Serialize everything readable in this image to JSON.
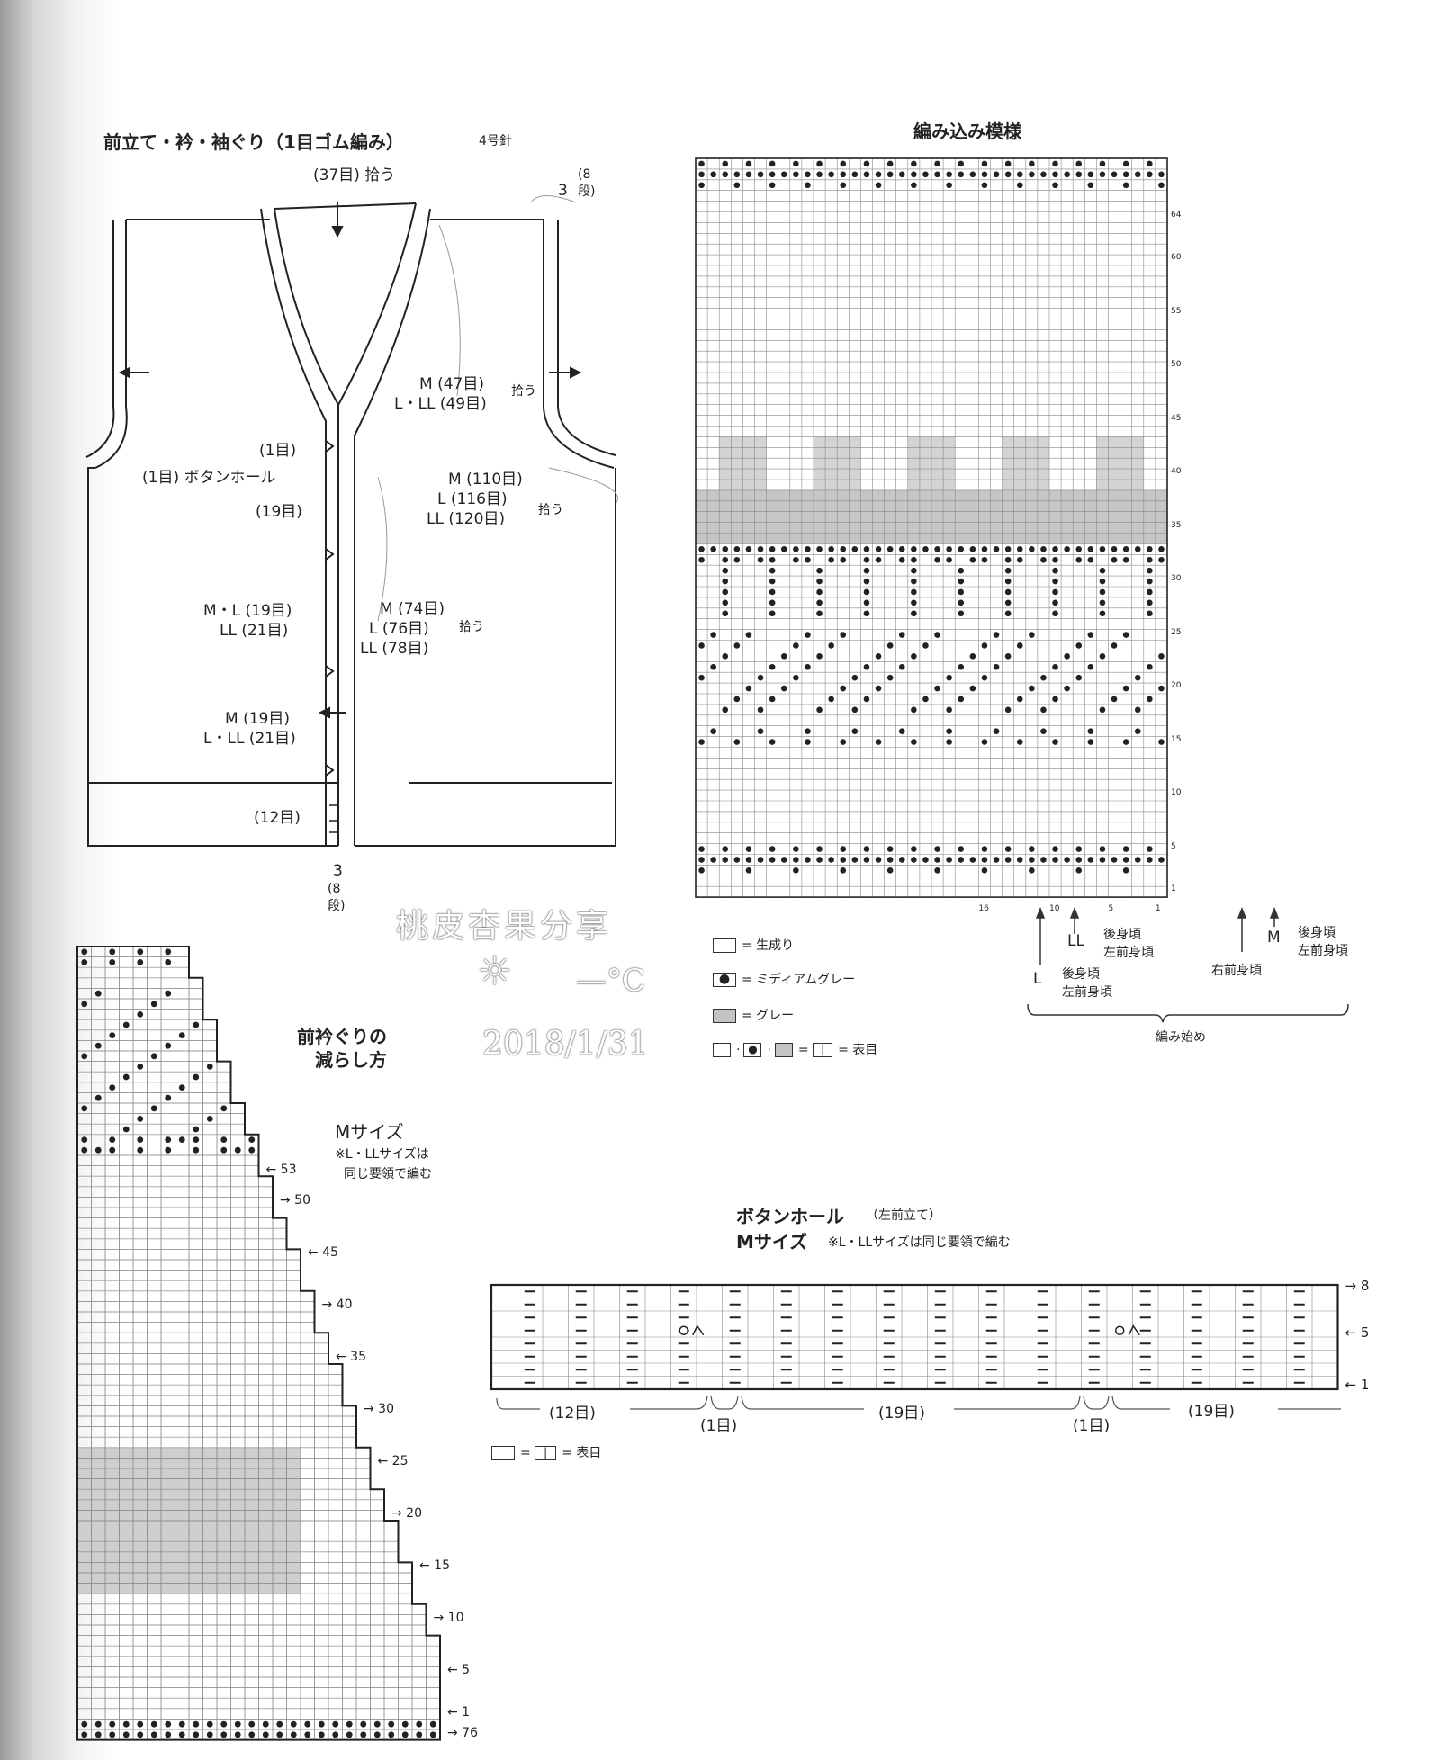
{
  "vest": {
    "title": "前立て・衿・袖ぐり（1目ゴム編み）",
    "needle": "4号針",
    "top_pick": "(37目) 拾う",
    "rib_right_a": "3",
    "rib_right_b": "(8段)",
    "neck_m": "M (47目)",
    "neck_lll": "L・LL (49目)",
    "neck_pick": "拾う",
    "one_st": "(1目)",
    "buttonhole": "(1目) ボタンホール",
    "nineteen": "(19目)",
    "arm_m": "M (110目)",
    "arm_l": "L (116目)",
    "arm_ll": "LL (120目)",
    "arm_pick": "拾う",
    "ml19": "M・L (19目)",
    "ll21": "LL (21目)",
    "band_m": "M (74目)",
    "band_l": "L (76目)",
    "band_pick": "拾う",
    "band_ll": "LL (78目)",
    "m19": "M (19目)",
    "lll21": "L・LL (21目)",
    "twelve": "(12目)",
    "rib_bottom_a": "3",
    "rib_bottom_b": "(8段)"
  },
  "colorwork": {
    "title": "編み込み模様",
    "row_numbers": [
      "1",
      "5",
      "10",
      "15",
      "20",
      "25",
      "30",
      "35",
      "40",
      "45",
      "50",
      "55",
      "60",
      "64"
    ],
    "col_numbers": [
      "16",
      "10",
      "5",
      "1"
    ],
    "legend": [
      {
        "symbol": "blank",
        "text": "= 生成り"
      },
      {
        "symbol": "dot",
        "text": "= ミディアムグレー"
      },
      {
        "symbol": "gray",
        "text": "= グレー"
      },
      {
        "symbol": "combo",
        "text": "= 表目"
      }
    ],
    "ll_label": "LL",
    "ll_back": "後身頃",
    "ll_front": "左前身頃",
    "l_label": "L",
    "l_back": "後身頃",
    "l_front": "左前身頃",
    "right_front": "右前身頃",
    "m_label": "M",
    "m_back": "後身頃",
    "m_front": "左前身頃",
    "start": "編み始め"
  },
  "neckline": {
    "title_1": "前衿ぐりの",
    "title_2": "減らし方",
    "size": "Mサイズ",
    "note_1": "※L・LLサイズは",
    "note_2": "同じ要領で編む",
    "row_labels": [
      {
        "arrow": "←",
        "n": "53"
      },
      {
        "arrow": "→",
        "n": "50"
      },
      {
        "arrow": "←",
        "n": "45"
      },
      {
        "arrow": "→",
        "n": "40"
      },
      {
        "arrow": "←",
        "n": "35"
      },
      {
        "arrow": "→",
        "n": "30"
      },
      {
        "arrow": "←",
        "n": "25"
      },
      {
        "arrow": "→",
        "n": "20"
      },
      {
        "arrow": "←",
        "n": "15"
      },
      {
        "arrow": "→",
        "n": "10"
      },
      {
        "arrow": "←",
        "n": "5"
      },
      {
        "arrow": "←",
        "n": "1"
      },
      {
        "arrow": "→",
        "n": "76"
      }
    ]
  },
  "buttonhole_chart": {
    "title": "ボタンホール",
    "subtitle": "（左前立て）",
    "size": "Mサイズ",
    "note": "※L・LLサイズは同じ要領で編む",
    "rows": [
      {
        "arrow": "→",
        "n": "8"
      },
      {
        "arrow": "←",
        "n": "5"
      },
      {
        "arrow": "←",
        "n": "1"
      }
    ],
    "seg_12": "(12目)",
    "seg_1a": "(1目)",
    "seg_19a": "(19目)",
    "seg_1b": "(1目)",
    "seg_19b": "(19目)",
    "legend": "= 表目"
  },
  "watermark": {
    "line1": "桃皮杏果分享",
    "temp": "—°C",
    "date": "2018/1/31"
  }
}
